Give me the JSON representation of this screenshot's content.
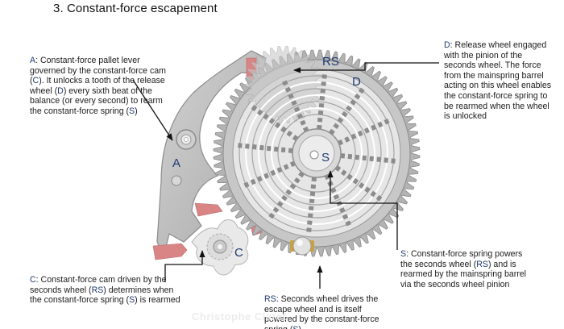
{
  "title": "3. Constant-force escapement",
  "colors": {
    "label_key": "#1f3a72",
    "metal": "#bdbdbd",
    "metal_dark": "#8f8f8f",
    "jewel_red": "#d98585",
    "arrow": "#111111"
  },
  "diagram_labels": {
    "A": "A",
    "RS": "RS",
    "D": "D",
    "S": "S",
    "C": "C"
  },
  "notes": {
    "a": {
      "key": "A",
      "parts": [
        {
          "t": ": Constant-force pallet lever governed by the constant-force cam (",
          "k": false
        },
        {
          "t": "C",
          "k": true
        },
        {
          "t": "). It unlocks a tooth of the release wheel (",
          "k": false
        },
        {
          "t": "D",
          "k": true
        },
        {
          "t": ") every sixth beat of the balance (or every second) to rearm the constant-force spring (",
          "k": false
        },
        {
          "t": "S",
          "k": true
        },
        {
          "t": ")",
          "k": false
        }
      ]
    },
    "d": {
      "key": "D",
      "parts": [
        {
          "t": ": Release wheel engaged with the pinion of the seconds wheel. The force from the mainspring barrel acting on this wheel enables the constant-force spring to be rearmed when the wheel is unlocked",
          "k": false
        }
      ]
    },
    "s": {
      "key": "S",
      "parts": [
        {
          "t": ": Constant-force spring powers the seconds wheel (",
          "k": false
        },
        {
          "t": "RS",
          "k": true
        },
        {
          "t": ") and is rearmed by the mainspring barrel via the seconds wheel pinion",
          "k": false
        }
      ]
    },
    "c": {
      "key": "C",
      "parts": [
        {
          "t": ": Constant-force cam driven by the seconds wheel (",
          "k": false
        },
        {
          "t": "RS",
          "k": true
        },
        {
          "t": ") determines when the constant-force spring (",
          "k": false
        },
        {
          "t": "S",
          "k": true
        },
        {
          "t": ") is rearmed",
          "k": false
        }
      ]
    },
    "rs": {
      "key": "RS",
      "parts": [
        {
          "t": ": Seconds wheel drives the escape wheel and is itself powered by the constant-force spring (",
          "k": false
        },
        {
          "t": "S",
          "k": true
        },
        {
          "t": ")",
          "k": false
        }
      ]
    }
  },
  "watermark": "Christophe Claret"
}
